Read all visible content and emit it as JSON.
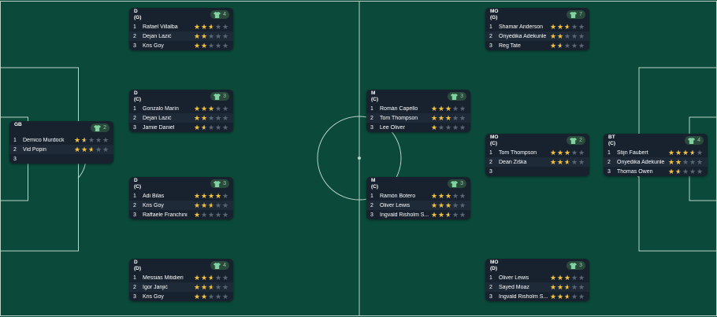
{
  "positions": [
    {
      "id": "d-g-top",
      "role": "D",
      "duty": "(G)",
      "count": "4",
      "players": [
        {
          "n": "1",
          "name": "Rafael Villalba",
          "stars": 2.5
        },
        {
          "n": "2",
          "name": "Dejan Lazić",
          "stars": 2
        },
        {
          "n": "3",
          "name": "Kris Goy",
          "stars": 2
        }
      ]
    },
    {
      "id": "d-c-1",
      "role": "D",
      "duty": "(C)",
      "count": "3",
      "players": [
        {
          "n": "1",
          "name": "Gonzalo Marín",
          "stars": 3
        },
        {
          "n": "2",
          "name": "Dejan Lazić",
          "stars": 2
        },
        {
          "n": "3",
          "name": "Jamie Daniel",
          "stars": 1.5
        }
      ]
    },
    {
      "id": "gk",
      "role": "GB",
      "duty": "",
      "count": "2",
      "players": [
        {
          "n": "1",
          "name": "Demico Murdock",
          "stars": 1.5
        },
        {
          "n": "2",
          "name": "Vid Popin",
          "stars": 2.5
        },
        {
          "n": "3",
          "name": "",
          "stars": null
        }
      ]
    },
    {
      "id": "d-c-2",
      "role": "D",
      "duty": "(C)",
      "count": "3",
      "players": [
        {
          "n": "1",
          "name": "Adi Bilas",
          "stars": 4
        },
        {
          "n": "2",
          "name": "Kris Goy",
          "stars": 2.5
        },
        {
          "n": "3",
          "name": "Raffaele Franchini",
          "stars": 1
        }
      ]
    },
    {
      "id": "d-d-bottom",
      "role": "D",
      "duty": "(D)",
      "count": "4",
      "players": [
        {
          "n": "1",
          "name": "Messias Mitidieri",
          "stars": 2.5
        },
        {
          "n": "2",
          "name": "Igor Janjić",
          "stars": 2.5
        },
        {
          "n": "3",
          "name": "Kris Goy",
          "stars": 2
        }
      ]
    },
    {
      "id": "m-c-1",
      "role": "M",
      "duty": "(C)",
      "count": "3",
      "players": [
        {
          "n": "1",
          "name": "Román Capello",
          "stars": 3
        },
        {
          "n": "2",
          "name": "Tom Thompson",
          "stars": 3
        },
        {
          "n": "3",
          "name": "Lee Oliver",
          "stars": 1
        }
      ]
    },
    {
      "id": "m-c-2",
      "role": "M",
      "duty": "(C)",
      "count": "3",
      "players": [
        {
          "n": "1",
          "name": "Ramón Botero",
          "stars": 3
        },
        {
          "n": "2",
          "name": "Oliver Lewis",
          "stars": 3
        },
        {
          "n": "3",
          "name": "Ingvald Risholm S...",
          "stars": 2.5
        }
      ]
    },
    {
      "id": "mo-g-top",
      "role": "MO",
      "duty": "(G)",
      "count": "7",
      "players": [
        {
          "n": "1",
          "name": "Shamar Anderson",
          "stars": 2.5
        },
        {
          "n": "2",
          "name": "Onyedika Adekunle",
          "stars": 2
        },
        {
          "n": "3",
          "name": "Reg Tate",
          "stars": 1.5
        }
      ]
    },
    {
      "id": "mo-c",
      "role": "MO",
      "duty": "(C)",
      "count": "2",
      "players": [
        {
          "n": "1",
          "name": "Tom Thompson",
          "stars": 3
        },
        {
          "n": "2",
          "name": "Dean Žiška",
          "stars": 2.5
        },
        {
          "n": "3",
          "name": "",
          "stars": null
        }
      ]
    },
    {
      "id": "mo-bottom",
      "role": "MO",
      "duty": "(D)",
      "count": "3",
      "players": [
        {
          "n": "1",
          "name": "Oliver Lewis",
          "stars": 3
        },
        {
          "n": "2",
          "name": "Sayed Moaz",
          "stars": 2.5
        },
        {
          "n": "3",
          "name": "Ingvald Risholm S...",
          "stars": 2.5
        }
      ]
    },
    {
      "id": "bt-c",
      "role": "BT",
      "duty": "(C)",
      "count": "4",
      "players": [
        {
          "n": "1",
          "name": "Stijn Faubert",
          "stars": 3.5
        },
        {
          "n": "2",
          "name": "Onyedika Adekunle",
          "stars": 2
        },
        {
          "n": "3",
          "name": "Thomas Owen",
          "stars": 1.5
        }
      ]
    }
  ],
  "colors": {
    "pitch": "#0b4a3a",
    "line": "#cfe3da",
    "card": "#17222e",
    "star_on": "#f3c13a",
    "star_off": "#5b6775",
    "pill": "#2a4a3c"
  }
}
